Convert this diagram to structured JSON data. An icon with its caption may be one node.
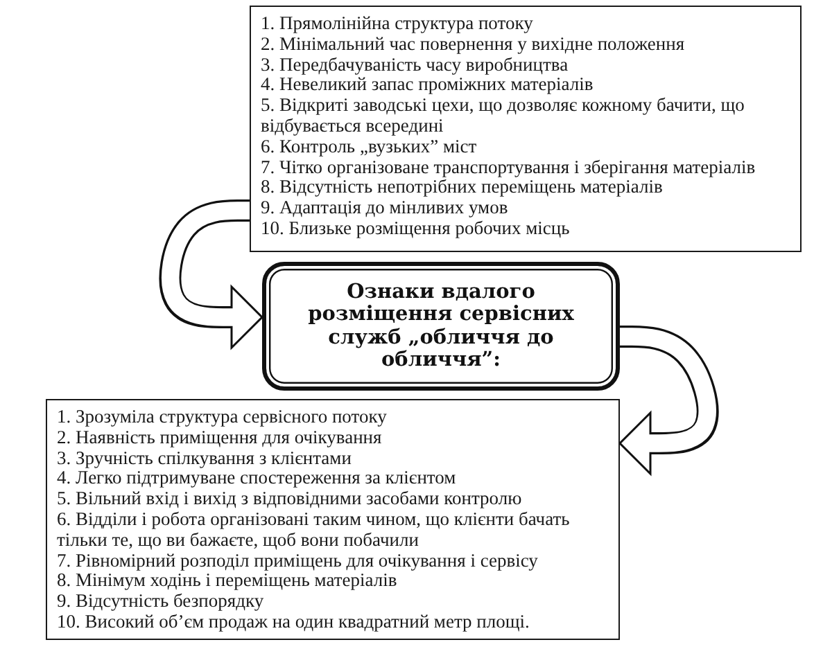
{
  "diagram": {
    "nodes": [
      {
        "text": [
          "1. Прямолінійна структура потоку",
          "2. Мінімальний час повернення у вихідне положення",
          "3. Передбачуваність часу виробництва",
          "4. Невеликий запас проміжних матеріалів",
          "5. Відкриті заводські цехи, що дозволяє кожному бачити, що відбувається всередині",
          "6. Контроль „вузьких” міст",
          "7. Чітко організоване транспортування і зберігання матеріалів",
          "8. Відсутність непотрібних переміщень матеріалів",
          "9. Адаптація до мінливих умов",
          "10. Близьке розміщення робочих місць"
        ]
      },
      {
        "text": [
          "Ознаки вдалого розміщення сервісних служб „обличчя до обличчя”:"
        ]
      },
      {
        "text": [
          "1. Зрозуміла структура сервісного потоку",
          "2. Наявність приміщення для очікування",
          "3. Зручність спілкування з клієнтами",
          "4. Легко підтримуване спостереження за клієнтом",
          "5. Вільний вхід і вихід з відповідними засобами контролю",
          "6. Відділи і робота організовані таким чином, що клієнти бачать тільки те, що ви бажаєте, щоб вони побачили",
          "7. Рівномірний розподіл приміщень для очікування і сервісу",
          "8. Мінімум ходінь і переміщень матеріалів",
          "9. Відсутність безпорядку",
          "10. Високий об’єм продаж на один квадратний метр площі."
        ]
      }
    ],
    "edges": [
      {
        "from": 0,
        "to": 1,
        "arrow": "to"
      },
      {
        "from": 1,
        "to": 2,
        "arrow": "to"
      }
    ]
  }
}
